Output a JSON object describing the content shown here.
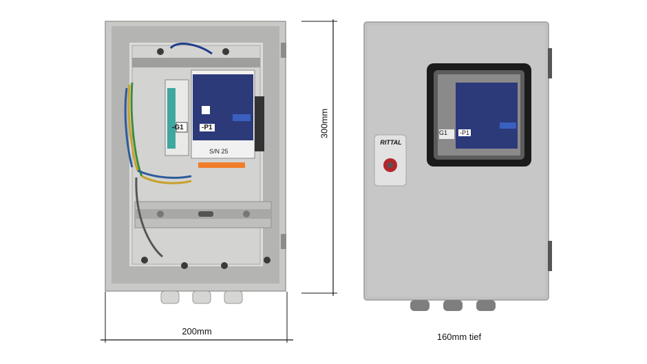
{
  "dimensions": {
    "width_label": "200mm",
    "height_label": "300mm",
    "depth_label": "160mm tief"
  },
  "open_enclosure": {
    "module_g1_label": "-G1",
    "module_p1_label": "-P1",
    "module_p1_serial": "S/N 25"
  },
  "closed_enclosure": {
    "brand_label": "RITTAL",
    "window_g1_label": "G1",
    "window_p1_label": "-P1"
  },
  "colors": {
    "enclosure_grey": "#b9b9b9",
    "door_grey": "#c2c2c2",
    "interior_grey": "#d8d8d6",
    "module_blue": "#2c3a7a",
    "power_supply_teal": "#3fa6a0",
    "lock_red": "#b3262b"
  }
}
